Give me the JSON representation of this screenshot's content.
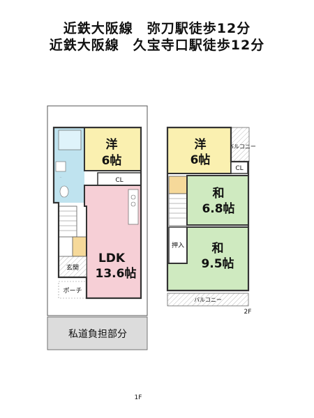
{
  "header": {
    "line1": "近鉄大阪線　弥刀駅徒歩12分",
    "line2": "近鉄大阪線　久宝寺口駅徒歩12分"
  },
  "floor1": {
    "label": "1F",
    "rooms": {
      "western": {
        "name": "洋",
        "size": "6帖"
      },
      "ldk": {
        "name": "LDK",
        "size": "13.6帖"
      },
      "closet": "CL",
      "entrance": "玄関",
      "porch": "ポーチ",
      "private_road": "私道負担部分"
    }
  },
  "floor2": {
    "label": "2F",
    "rooms": {
      "western": {
        "name": "洋",
        "size": "6帖"
      },
      "japanese1": {
        "name": "和",
        "size": "6.8帖"
      },
      "japanese2": {
        "name": "和",
        "size": "9.5帖"
      },
      "closet": "CL",
      "oshiire": "押入",
      "balcony_top": "バルコニー",
      "balcony_bottom": "バルコニー"
    }
  },
  "colors": {
    "western_room": "#faf0b0",
    "ldk": "#f6cfd6",
    "japanese": "#cfeac0",
    "wet_area": "#bfe3ef",
    "stairs": "#f6d99a",
    "private_road": "#dcdcdc",
    "wall": "#333333"
  }
}
